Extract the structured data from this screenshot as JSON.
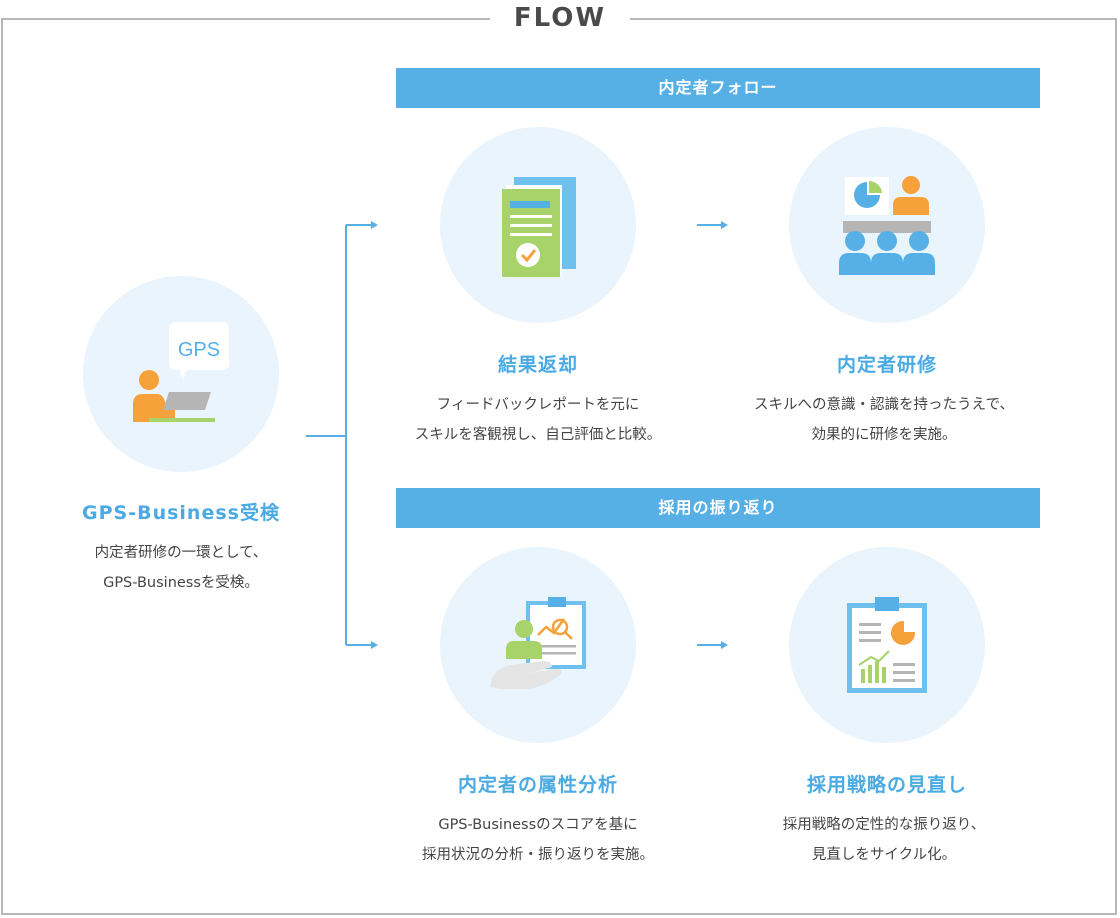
{
  "header": {
    "title": "FLOW"
  },
  "colors": {
    "accent": "#56b0e6",
    "title_blue": "#4aaae3",
    "circle_bg": "#eaf4fd",
    "orange": "#f7a13a",
    "green": "#a8d26a",
    "frame": "#b7b7b7"
  },
  "start": {
    "icon": "person-computer-gps-icon",
    "bubble_text": "GPS",
    "title": "GPS-Business受検",
    "desc": [
      "内定者研修の一環として、",
      "GPS-Businessを受検。"
    ]
  },
  "sections": [
    {
      "banner": "内定者フォロー",
      "steps": [
        {
          "icon": "report-check-icon",
          "title": "結果返却",
          "desc": [
            "フィードバックレポートを元に",
            "スキルを客観視し、自己評価と比較。"
          ]
        },
        {
          "icon": "training-seminar-icon",
          "title": "内定者研修",
          "desc": [
            "スキルへの意識・認識を持ったうえで、",
            "効果的に研修を実施。"
          ]
        }
      ]
    },
    {
      "banner": "採用の振り返り",
      "steps": [
        {
          "icon": "attribute-analysis-icon",
          "title": "内定者の属性分析",
          "desc": [
            "GPS-Businessのスコアを基に",
            "採用状況の分析・振り返りを実施。"
          ]
        },
        {
          "icon": "strategy-review-icon",
          "title": "採用戦略の見直し",
          "desc": [
            "採用戦略の定性的な振り返り、",
            "見直しをサイクル化。"
          ]
        }
      ]
    }
  ]
}
